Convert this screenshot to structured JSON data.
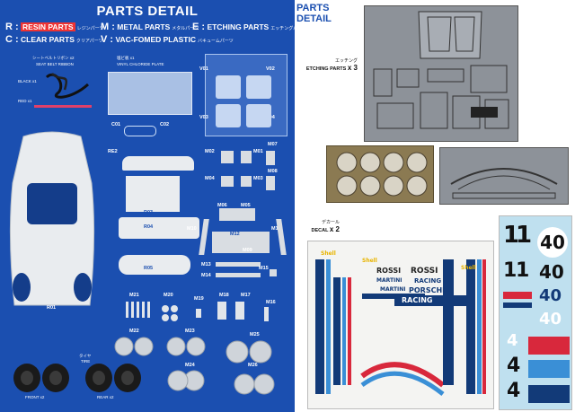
{
  "left": {
    "title": "PARTS DETAIL",
    "legend": {
      "r": {
        "key": "R :",
        "label": "RESIN PARTS",
        "jp": "レジンパーツ"
      },
      "m": {
        "key": "M :",
        "label": "METAL PARTS",
        "jp": "メタルパーツ"
      },
      "e": {
        "key": "E :",
        "label": "ETCHING PARTS",
        "jp": "エッチングパーツ"
      },
      "c": {
        "key": "C :",
        "label": "CLEAR PARTS",
        "jp": "クリアパーツ"
      },
      "v": {
        "key": "V :",
        "label": "VAC-FOMED PLASTIC",
        "jp": "バキュームパーツ"
      }
    },
    "seatbelt_jp": "シートベルトリボン x2",
    "seatbelt_en": "SEAT BELT RIBBON",
    "black": "BLACK x1",
    "red": "RED x1",
    "plate_jp": "塩ビ板 x1",
    "plate_en": "VINYL CHLORIDE PLATE",
    "v_labels": [
      "V01",
      "V02",
      "V03",
      "V04"
    ],
    "c_labels": [
      "C01",
      "C02"
    ],
    "re_labels": {
      "re2": "RE2",
      "r03": "R03",
      "r04": "R04",
      "r05": "R05",
      "r01": "R01"
    },
    "m_labels": {
      "m02": "M02",
      "m01": "M01",
      "m07": "M07",
      "m04": "M04",
      "m03": "M03",
      "m08": "M08",
      "m06": "M06",
      "m05": "M05",
      "m10": "M10",
      "m11": "M11",
      "m12": "M12",
      "m09": "M09",
      "m13": "M13",
      "m14": "M14",
      "m15": "M15",
      "m21": "M21",
      "m20": "M20",
      "m19": "M19",
      "m18": "M18",
      "m17": "M17",
      "m16": "M16",
      "m22": "M22",
      "m23": "M23",
      "m25": "M25",
      "m24": "M24",
      "m26": "M26"
    },
    "tire_jp": "タイヤ",
    "tire_en": "TIRE",
    "front": "FRONT x2",
    "rear": "REAR x2"
  },
  "right": {
    "title_line1": "PARTS",
    "title_line2": "DETAIL",
    "etching_jp": "エッチング",
    "etching_en": "ETCHING PARTS",
    "etching_qty": "x 3",
    "decal_jp": "デカール",
    "decal_en": "DECAL",
    "decal_qty": "x 2",
    "decal_texts": {
      "rossi1": "ROSSI",
      "rossi2": "ROSSI",
      "martini1": "MARTINI",
      "racing1": "RACING",
      "martini2": "MARTINI",
      "porsche": "PORSCHE",
      "racing2": "RACING",
      "shell1": "Shell",
      "shell2": "Shell",
      "shell3": "Shell"
    },
    "num_big": [
      "1",
      "1",
      "1",
      "1"
    ],
    "num_40": [
      "40",
      "40",
      "40",
      "40"
    ],
    "num_4": [
      "4",
      "4",
      "4"
    ]
  },
  "colors": {
    "panel_blue": "#1b4fb0",
    "martini_red": "#d8283c",
    "martini_light_blue": "#3a8fd6",
    "martini_dark_blue": "#123a78"
  }
}
